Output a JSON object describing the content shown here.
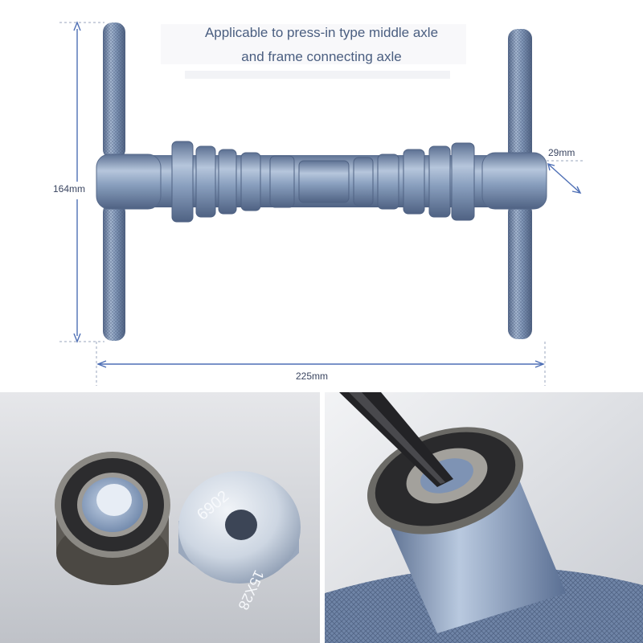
{
  "caption": {
    "line1": "Applicable to press-in type middle axle",
    "line2": "and frame connecting axle"
  },
  "dimensions": {
    "height": "164mm",
    "width": "225mm",
    "diameter": "29mm"
  },
  "washer": {
    "text1": "6902",
    "text2": "15X28"
  },
  "colors": {
    "tool_blue": "#7d93b3",
    "dimension_line": "#4e6fb5",
    "caption": "#4a5e80"
  }
}
